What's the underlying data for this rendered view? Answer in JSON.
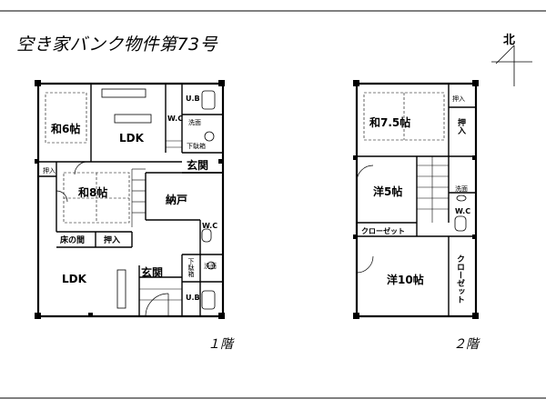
{
  "title": "空き家バンク物件第73号",
  "north": "北",
  "floor1": {
    "label": "１階",
    "rooms": {
      "washitsu6": "和6帖",
      "ldk_upper": "LDK",
      "genkan_upper": "玄関",
      "washitsu8": "和8帖",
      "nando": "納戸",
      "tokonoma": "床の間",
      "oshiire": "押入",
      "oshiire_small": "押入",
      "ldk_lower": "LDK",
      "genkan_lower": "玄関",
      "ub_upper": "U.B",
      "wc_upper": "W.C",
      "senmen_upper": "洗面",
      "geta_upper": "下駄箱",
      "wc_middle": "W.C",
      "geta_lower": "下駄箱",
      "senmen_lower": "洗面",
      "ub_lower": "U.B"
    }
  },
  "floor2": {
    "label": "２階",
    "rooms": {
      "washitsu75": "和7.5帖",
      "oshiire_top": "押入",
      "oshiire_side": "押入",
      "you5": "洋5帖",
      "closet_h": "クローゼット",
      "senmen": "洗面",
      "wc": "W.C",
      "you10": "洋10帖",
      "closet_v": "クローゼット"
    }
  }
}
